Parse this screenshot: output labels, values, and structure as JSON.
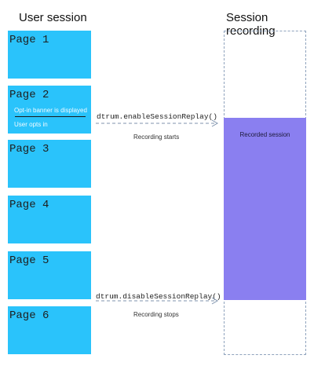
{
  "headers": {
    "left": "User session",
    "right": "Session recording"
  },
  "pages": [
    {
      "label": "Page 1"
    },
    {
      "label": "Page 2",
      "banner_text": "Opt-in banner is displayed",
      "opt_text": "User opts in"
    },
    {
      "label": "Page 3"
    },
    {
      "label": "Page 4"
    },
    {
      "label": "Page 5"
    },
    {
      "label": "Page 6"
    }
  ],
  "events": {
    "enable_code": "dtrum.enableSessionReplay()",
    "enable_note": "Recording starts",
    "disable_code": "dtrum.disableSessionReplay()",
    "disable_note": "Recording stops"
  },
  "recording": {
    "label": "Recorded session"
  },
  "colors": {
    "page_fill": "#2ac3fb",
    "recorded_fill": "#8a7ff0",
    "frame_border": "#8fa3bd"
  }
}
